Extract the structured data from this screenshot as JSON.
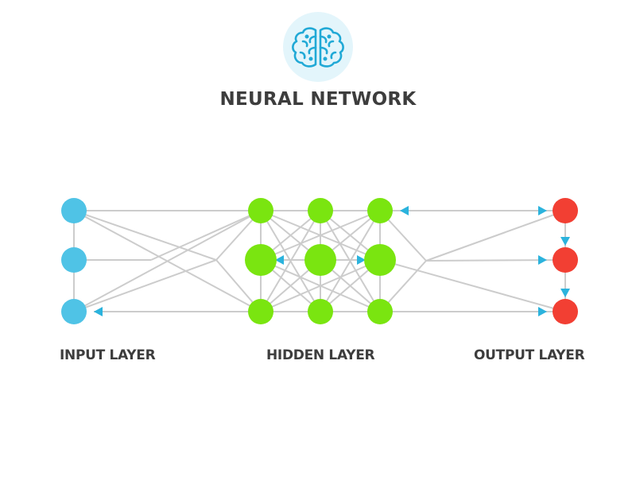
{
  "header": {
    "icon": "brain-icon",
    "title": "NEURAL NETWORK"
  },
  "layers": [
    {
      "id": "input",
      "label": "INPUT LAYER",
      "color": "#4fc3e6",
      "nodes": 3
    },
    {
      "id": "hidden",
      "label": "HIDDEN LAYER",
      "color": "#7ae510",
      "columns": 3,
      "nodes_per_column": 3
    },
    {
      "id": "output",
      "label": "OUTPUT LAYER",
      "color": "#f23f33",
      "nodes": 3
    }
  ],
  "colors": {
    "edge": "#cccccc",
    "arrow": "#2bb3dd",
    "icon_bg": "#e3f5fb",
    "icon_stroke": "#21a9d6",
    "title": "#3d3d3d"
  }
}
